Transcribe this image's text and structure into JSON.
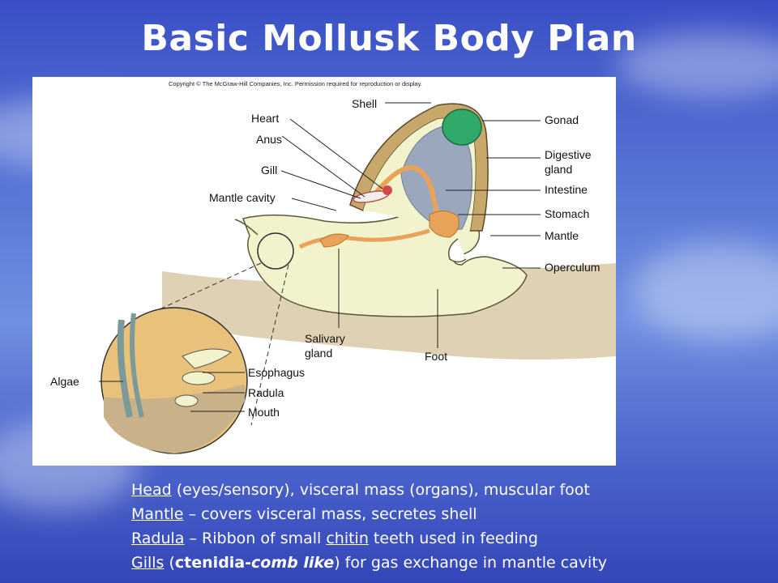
{
  "slide": {
    "title": "Basic Mollusk Body Plan"
  },
  "figure": {
    "copyright": "Copyright © The McGraw-Hill Companies, Inc. Permission required for reproduction or display.",
    "labels": {
      "shell": "Shell",
      "heart": "Heart",
      "anus": "Anus",
      "gill": "Gill",
      "mantle_cavity": "Mantle cavity",
      "gonad": "Gonad",
      "digestive_1": "Digestive",
      "digestive_2": "gland",
      "intestine": "Intestine",
      "stomach": "Stomach",
      "mantle": "Mantle",
      "operculum": "Operculum",
      "salivary_1": "Salivary",
      "salivary_2": "gland",
      "foot": "Foot",
      "algae": "Algae",
      "esophagus": "Esophagus",
      "radula": "Radula",
      "mouth": "Mouth"
    }
  },
  "bullets": {
    "b1_term": "Head",
    "b1_rest": " (eyes/sensory), visceral mass (organs), muscular foot",
    "b2_term": "Mantle",
    "b2_rest": " – covers visceral mass, secretes shell",
    "b3_term": "Radula",
    "b3_mid": " – Ribbon of small ",
    "b3_term2": "chitin",
    "b3_rest": " teeth used in feeding",
    "b4_term": "Gills",
    "b4_open": " (",
    "b4_bold": "ctenidia-",
    "b4_bolditalic": "comb like",
    "b4_rest": ") for gas exchange in mantle cavity"
  },
  "colors": {
    "background": "#4a63cc",
    "title": "#ffffff",
    "body": "#f2f3cc",
    "gonad": "#2faa6a",
    "digestive": "#9aa7bd",
    "intestine": "#e9a25a",
    "sand": "#d9c9a6",
    "inset": "#e8c27a"
  }
}
